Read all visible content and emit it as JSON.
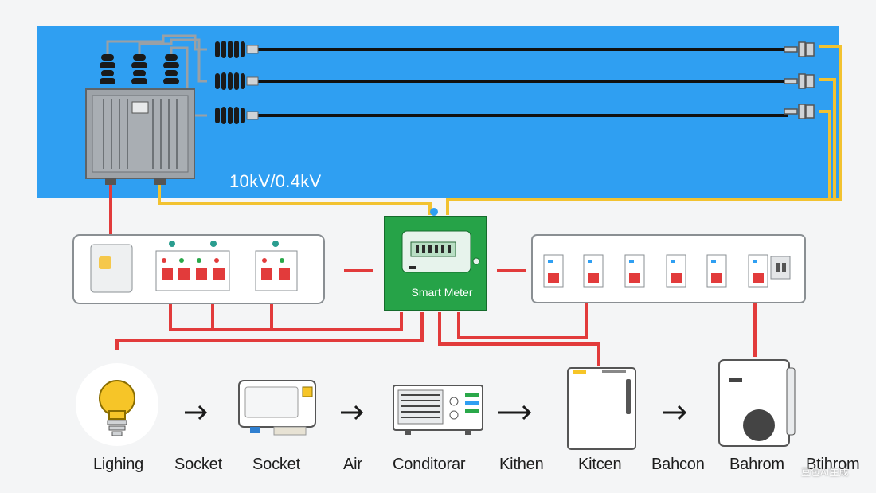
{
  "transformer": {
    "rating": "10kV/0.4kV"
  },
  "meter": {
    "label": "Smart Meter"
  },
  "loads": [
    {
      "name": "Lighing",
      "icon": "bulb-icon"
    },
    {
      "name": "Socket",
      "icon": "arrow-right-icon"
    },
    {
      "name": "Socket",
      "icon": "socket-device-icon"
    },
    {
      "name": "Air",
      "icon": "arrow-right-icon"
    },
    {
      "name": "Conditorar",
      "icon": "air-conditioner-icon"
    },
    {
      "name": "Kithen",
      "icon": "arrow-right-icon"
    },
    {
      "name": "Kitcen",
      "icon": "kitchen-appliance-icon"
    },
    {
      "name": "Bahcon",
      "icon": "arrow-right-icon"
    },
    {
      "name": "Bahrom",
      "icon": "water-heater-icon"
    },
    {
      "name": "Btihrom",
      "icon": ""
    }
  ],
  "watermark": "豆包AI生成",
  "colors": {
    "sky": "#2f9ff2",
    "yellow_wire": "#f2c230",
    "red_wire": "#e23b3b",
    "meter_green": "#26a348",
    "transformer_grey": "#9ea3a8"
  }
}
